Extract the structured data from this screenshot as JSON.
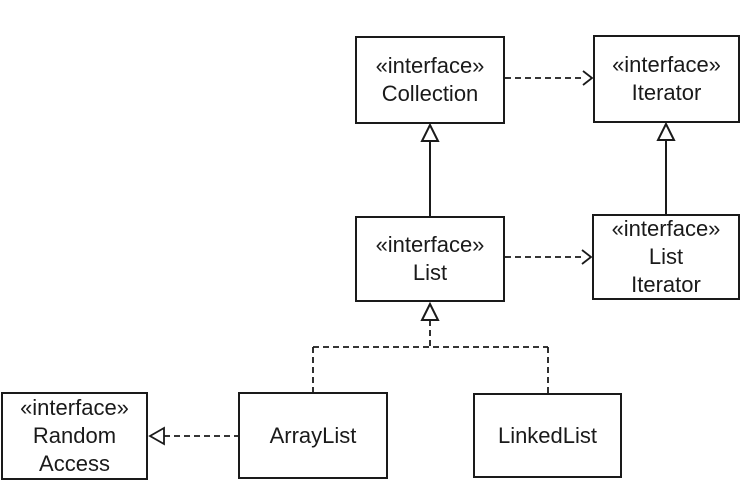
{
  "diagram": {
    "colors": {
      "background": "#ffffff",
      "line": "#1a1a1a",
      "text": "#1a1a1a"
    },
    "boxes": {
      "collection": {
        "stereotype": "«interface»",
        "name": "Collection"
      },
      "iterator": {
        "stereotype": "«interface»",
        "name": "Iterator"
      },
      "list": {
        "stereotype": "«interface»",
        "name": "List"
      },
      "list_iterator": {
        "stereotype": "«interface»",
        "name": "List\nIterator"
      },
      "random_access": {
        "stereotype": "«interface»",
        "name": "Random\nAccess"
      },
      "arraylist": {
        "name": "ArrayList"
      },
      "linkedlist": {
        "name": "LinkedList"
      }
    },
    "edges": [
      {
        "from": "Collection",
        "to": "Iterator",
        "style": "dashed-open-arrow"
      },
      {
        "from": "List",
        "to": "Collection",
        "style": "solid-hollow-triangle"
      },
      {
        "from": "List Iterator",
        "to": "Iterator",
        "style": "solid-hollow-triangle"
      },
      {
        "from": "List",
        "to": "List Iterator",
        "style": "dashed-open-arrow"
      },
      {
        "from": "ArrayList",
        "to": "List",
        "style": "dashed-hollow-triangle"
      },
      {
        "from": "LinkedList",
        "to": "List",
        "style": "dashed-hollow-triangle"
      },
      {
        "from": "ArrayList",
        "to": "Random Access",
        "style": "dashed-hollow-triangle"
      }
    ]
  }
}
